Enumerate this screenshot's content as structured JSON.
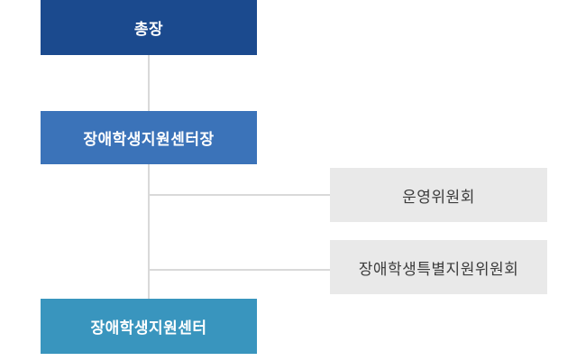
{
  "page": {
    "background_color": "#ffffff",
    "connector_color": "#d9d9d9"
  },
  "org_chart": {
    "nodes": {
      "president": {
        "label": "총장",
        "bg": "#1b4a8e",
        "text_color": "#ffffff"
      },
      "center_director": {
        "label": "장애학생지원센터장",
        "bg": "#3b73b9",
        "text_color": "#ffffff"
      },
      "operating_committee": {
        "label": "운영위원회",
        "bg": "#e9e9e9",
        "text_color": "#3c3c3c"
      },
      "special_support_committee": {
        "label": "장애학생특별지원위원회",
        "bg": "#e9e9e9",
        "text_color": "#3c3c3c"
      },
      "support_center": {
        "label": "장애학생지원센터",
        "bg": "#3995be",
        "text_color": "#ffffff"
      }
    }
  }
}
